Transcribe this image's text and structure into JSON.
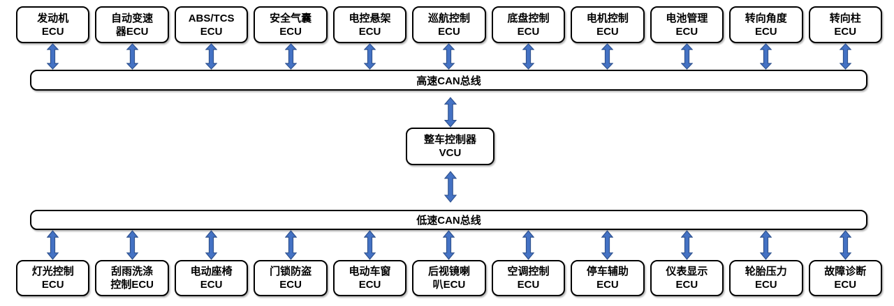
{
  "colors": {
    "arrow_fill": "#4472C4",
    "arrow_stroke": "#2F528F",
    "box_border": "#000000",
    "background": "#FFFFFF"
  },
  "high_speed_bus": {
    "label": "高速CAN总线"
  },
  "low_speed_bus": {
    "label": "低速CAN总线"
  },
  "vcu": {
    "lines": [
      "整车控制器",
      "VCU"
    ]
  },
  "high_speed_ecus": [
    [
      "发动机",
      "ECU"
    ],
    [
      "自动变速",
      "器ECU"
    ],
    [
      "ABS/TCS",
      "ECU"
    ],
    [
      "安全气囊",
      "ECU"
    ],
    [
      "电控悬架",
      "ECU"
    ],
    [
      "巡航控制",
      "ECU"
    ],
    [
      "底盘控制",
      "ECU"
    ],
    [
      "电机控制",
      "ECU"
    ],
    [
      "电池管理",
      "ECU"
    ],
    [
      "转向角度",
      "ECU"
    ],
    [
      "转向柱",
      "ECU"
    ]
  ],
  "low_speed_ecus": [
    [
      "灯光控制",
      "ECU"
    ],
    [
      "刮雨洗涤",
      "控制ECU"
    ],
    [
      "电动座椅",
      "ECU"
    ],
    [
      "门锁防盗",
      "ECU"
    ],
    [
      "电动车窗",
      "ECU"
    ],
    [
      "后视镜喇",
      "叭ECU"
    ],
    [
      "空调控制",
      "ECU"
    ],
    [
      "停车辅助",
      "ECU"
    ],
    [
      "仪表显示",
      "ECU"
    ],
    [
      "轮胎压力",
      "ECU"
    ],
    [
      "故障诊断",
      "ECU"
    ]
  ]
}
